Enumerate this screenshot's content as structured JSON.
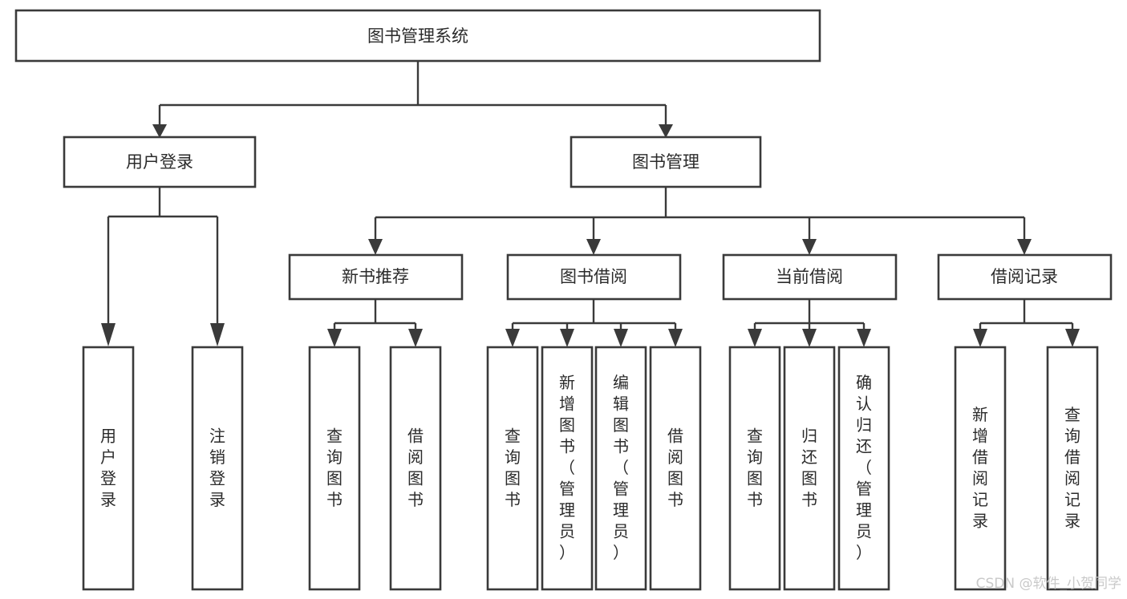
{
  "diagram": {
    "title_node": {
      "id": "root",
      "label": "图书管理系统"
    },
    "watermark": "CSDN @软件_小贺同学",
    "colors": {
      "box_stroke": "#3a3a3a",
      "box_fill": "#ffffff",
      "text": "#2b2b2b",
      "connector": "#3a3a3a",
      "watermark": "#c9c9c9",
      "background": "#ffffff"
    },
    "level1": [
      {
        "id": "user-login",
        "label": "用户登录"
      },
      {
        "id": "book-management",
        "label": "图书管理"
      }
    ],
    "level2": [
      {
        "id": "new-book-recommend",
        "label": "新书推荐",
        "parent": "book-management"
      },
      {
        "id": "book-borrow",
        "label": "图书借阅",
        "parent": "book-management"
      },
      {
        "id": "current-borrow",
        "label": "当前借阅",
        "parent": "book-management"
      },
      {
        "id": "borrow-record",
        "label": "借阅记录",
        "parent": "book-management"
      }
    ],
    "leaves": {
      "user-login": [
        {
          "id": "leaf-user-login",
          "label": "用户登录"
        },
        {
          "id": "leaf-logout-login",
          "label": "注销登录"
        }
      ],
      "new-book-recommend": [
        {
          "id": "leaf-query-book-1",
          "label": "查询图书"
        },
        {
          "id": "leaf-borrow-book-1",
          "label": "借阅图书"
        }
      ],
      "book-borrow": [
        {
          "id": "leaf-query-book-2",
          "label": "查询图书"
        },
        {
          "id": "leaf-add-book",
          "label": "新增图书（管理员）"
        },
        {
          "id": "leaf-edit-book",
          "label": "编辑图书（管理员）"
        },
        {
          "id": "leaf-borrow-book-2",
          "label": "借阅图书"
        }
      ],
      "current-borrow": [
        {
          "id": "leaf-query-book-3",
          "label": "查询图书"
        },
        {
          "id": "leaf-return-book",
          "label": "归还图书"
        },
        {
          "id": "leaf-confirm-return",
          "label": "确认归还（管理员）"
        }
      ],
      "borrow-record": [
        {
          "id": "leaf-add-record",
          "label": "新增借阅记录"
        },
        {
          "id": "leaf-query-record",
          "label": "查询借阅记录"
        }
      ]
    },
    "chart_data": {
      "type": "tree-diagram",
      "orientation": "top-down",
      "title": "图书管理系统",
      "levels": 4,
      "nodes": [
        {
          "level": 0,
          "label": "图书管理系统",
          "children": 2
        },
        {
          "level": 1,
          "label": "用户登录",
          "children": 2
        },
        {
          "level": 1,
          "label": "图书管理",
          "children": 4
        },
        {
          "level": 2,
          "label": "新书推荐",
          "children": 2
        },
        {
          "level": 2,
          "label": "图书借阅",
          "children": 4
        },
        {
          "level": 2,
          "label": "当前借阅",
          "children": 3
        },
        {
          "level": 2,
          "label": "借阅记录",
          "children": 2
        },
        {
          "level": 3,
          "label": "用户登录",
          "children": 0
        },
        {
          "level": 3,
          "label": "注销登录",
          "children": 0
        },
        {
          "level": 3,
          "label": "查询图书",
          "children": 0
        },
        {
          "level": 3,
          "label": "借阅图书",
          "children": 0
        },
        {
          "level": 3,
          "label": "查询图书",
          "children": 0
        },
        {
          "level": 3,
          "label": "新增图书（管理员）",
          "children": 0
        },
        {
          "level": 3,
          "label": "编辑图书（管理员）",
          "children": 0
        },
        {
          "level": 3,
          "label": "借阅图书",
          "children": 0
        },
        {
          "level": 3,
          "label": "查询图书",
          "children": 0
        },
        {
          "level": 3,
          "label": "归还图书",
          "children": 0
        },
        {
          "level": 3,
          "label": "确认归还（管理员）",
          "children": 0
        },
        {
          "level": 3,
          "label": "新增借阅记录",
          "children": 0
        },
        {
          "level": 3,
          "label": "查询借阅记录",
          "children": 0
        }
      ]
    }
  }
}
